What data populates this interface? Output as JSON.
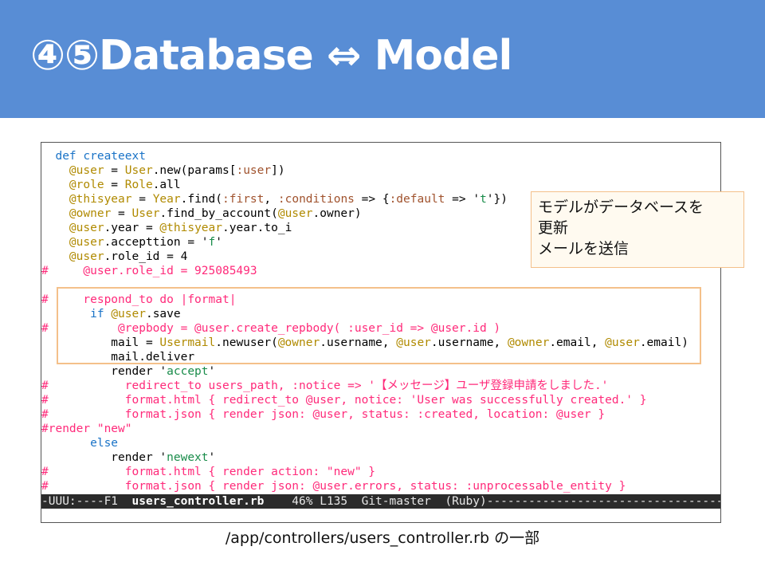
{
  "slide": {
    "title": "④⑤Database ⇔ Model",
    "callout_lines": [
      "モデルがデータベースを",
      "更新",
      "メールを送信"
    ],
    "caption": "/app/controllers/users_controller.rb の一部"
  },
  "colors": {
    "header_bg": "#588dd5",
    "keyword": "#1a73c7",
    "instance_var": "#b08a00",
    "comment": "#ff2a7a",
    "highlight_border": "#f4c08a"
  },
  "code_lines": [
    [
      [
        "k",
        "  def createext"
      ]
    ],
    [
      [
        "p",
        "    "
      ],
      [
        "i",
        "@user"
      ],
      [
        "p",
        " = "
      ],
      [
        "i",
        "User"
      ],
      [
        "p",
        ".new(params["
      ],
      [
        "y",
        ":user"
      ],
      [
        "p",
        "])"
      ]
    ],
    [
      [
        "p",
        "    "
      ],
      [
        "i",
        "@role"
      ],
      [
        "p",
        " = "
      ],
      [
        "i",
        "Role"
      ],
      [
        "p",
        ".all"
      ]
    ],
    [
      [
        "p",
        "    "
      ],
      [
        "i",
        "@thisyear"
      ],
      [
        "p",
        " = "
      ],
      [
        "i",
        "Year"
      ],
      [
        "p",
        ".find("
      ],
      [
        "y",
        ":first"
      ],
      [
        "p",
        ", "
      ],
      [
        "y",
        ":conditions"
      ],
      [
        "p",
        " => {"
      ],
      [
        "y",
        ":default"
      ],
      [
        "p",
        " => '"
      ],
      [
        "s",
        "t"
      ],
      [
        "p",
        "'})"
      ]
    ],
    [
      [
        "p",
        "    "
      ],
      [
        "i",
        "@owner"
      ],
      [
        "p",
        " = "
      ],
      [
        "i",
        "User"
      ],
      [
        "p",
        ".find_by_account("
      ],
      [
        "i",
        "@user"
      ],
      [
        "p",
        ".owner)"
      ]
    ],
    [
      [
        "p",
        "    "
      ],
      [
        "i",
        "@user"
      ],
      [
        "p",
        ".year = "
      ],
      [
        "i",
        "@thisyear"
      ],
      [
        "p",
        ".year.to_i"
      ]
    ],
    [
      [
        "p",
        "    "
      ],
      [
        "i",
        "@user"
      ],
      [
        "p",
        ".accepttion = '"
      ],
      [
        "s",
        "f"
      ],
      [
        "p",
        "'"
      ]
    ],
    [
      [
        "p",
        "    "
      ],
      [
        "i",
        "@user"
      ],
      [
        "p",
        ".role_id = 4"
      ]
    ],
    [
      [
        "c",
        "#     @user.role_id = 925085493"
      ]
    ],
    [
      [
        "p",
        ""
      ]
    ],
    [
      [
        "c",
        "#     respond_to do |format|"
      ]
    ],
    [
      [
        "p",
        "       "
      ],
      [
        "k",
        "if "
      ],
      [
        "i",
        "@user"
      ],
      [
        "p",
        ".save"
      ]
    ],
    [
      [
        "c",
        "#          @repbody = @user.create_repbody( :user_id => @user.id )"
      ]
    ],
    [
      [
        "p",
        "          mail = "
      ],
      [
        "i",
        "Usermail"
      ],
      [
        "p",
        ".newuser("
      ],
      [
        "i",
        "@owner"
      ],
      [
        "p",
        ".username, "
      ],
      [
        "i",
        "@user"
      ],
      [
        "p",
        ".username, "
      ],
      [
        "i",
        "@owner"
      ],
      [
        "p",
        ".email, "
      ],
      [
        "i",
        "@user"
      ],
      [
        "p",
        ".email)"
      ]
    ],
    [
      [
        "p",
        "          mail.deliver"
      ]
    ],
    [
      [
        "p",
        "          render '"
      ],
      [
        "s",
        "accept"
      ],
      [
        "p",
        "'"
      ]
    ],
    [
      [
        "c",
        "#           redirect_to users_path, :notice => '【メッセージ】ユーザ登録申請をしました.'"
      ]
    ],
    [
      [
        "c",
        "#           format.html { redirect_to @user, notice: 'User was successfully created.' }"
      ]
    ],
    [
      [
        "c",
        "#           format.json { render json: @user, status: :created, location: @user }"
      ]
    ],
    [
      [
        "c",
        "#render \"new\""
      ]
    ],
    [
      [
        "k",
        "       else"
      ]
    ],
    [
      [
        "p",
        "          render '"
      ],
      [
        "s",
        "newext"
      ],
      [
        "p",
        "'"
      ]
    ],
    [
      [
        "c",
        "#           format.html { render action: \"new\" }"
      ]
    ],
    [
      [
        "c",
        "#           format.json { render json: @user.errors, status: :unprocessable_entity }"
      ]
    ]
  ],
  "modeline": {
    "left": "-UUU:----F1  ",
    "filename": "users_controller.rb",
    "right": "    46% L135  Git-master  (Ruby)-----------------------------------------"
  }
}
